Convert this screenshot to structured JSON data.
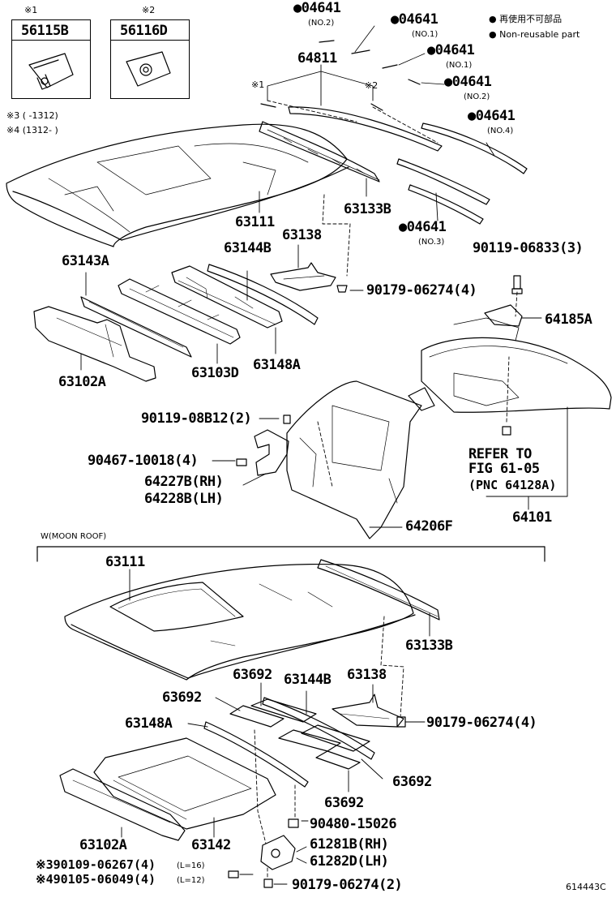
{
  "legend": {
    "dot": "●",
    "line1": "再使用不可部品",
    "line2": "Non-reusable part"
  },
  "inset_boxes": [
    {
      "mark": "※1",
      "part": "56115B"
    },
    {
      "mark": "※2",
      "part": "56116D"
    }
  ],
  "notes": {
    "note3": "※3 (      -1312)",
    "note4": "※4 (1312-      )"
  },
  "top_section": {
    "labels": {
      "p04641_a": "●04641",
      "p04641_a_sub": "(NO.2)",
      "p04641_b": "●04641",
      "p04641_b_sub": "(NO.1)",
      "p04641_c": "●04641",
      "p04641_c_sub": "(NO.1)",
      "p04641_d": "●04641",
      "p04641_d_sub": "(NO.2)",
      "p04641_e": "●04641",
      "p04641_e_sub": "(NO.4)",
      "p04641_f": "●04641",
      "p04641_f_sub": "(NO.3)",
      "p64811": "64811",
      "m1": "※1",
      "m2": "※2",
      "p63111": "63111",
      "p63133B": "63133B",
      "p63143A": "63143A",
      "p63144B": "63144B",
      "p63138": "63138",
      "p90179_06274": "90179-06274(4)",
      "p90119_06833": "90119-06833(3)",
      "p64185A": "64185A",
      "p63102A": "63102A",
      "p63103D": "63103D",
      "p63148A": "63148A",
      "p90119_08B12": "90119-08B12(2)",
      "p90467_10018": "90467-10018(4)",
      "p64227B": "64227B(RH)",
      "p64228B": "64228B(LH)",
      "refer1": "REFER TO",
      "refer2": "FIG 61-05",
      "refer3": "(PNC 64128A)",
      "p64101": "64101",
      "p64206F": "64206F"
    }
  },
  "moon_section": {
    "header": "W(MOON ROOF)",
    "labels": {
      "p63111": "63111",
      "p63133B": "63133B",
      "p63692_a": "63692",
      "p63692_b": "63692",
      "p63144B": "63144B",
      "p63138": "63138",
      "p63148A": "63148A",
      "p90179_06274_4": "90179-06274(4)",
      "p63692_c": "63692",
      "p63692_d": "63692",
      "p90480_15026": "90480-15026",
      "p63102A": "63102A",
      "p63142": "63142",
      "p61281B": "61281B(RH)",
      "p61282D": "61282D(LH)",
      "p90109_06267": "※390109-06267(4)",
      "p90109_sub": "(L=16)",
      "p90105_06049": "※490105-06049(4)",
      "p90105_sub": "(L=12)",
      "p90179_06274_2": "90179-06274(2)"
    }
  },
  "illustration_code": "614443C"
}
